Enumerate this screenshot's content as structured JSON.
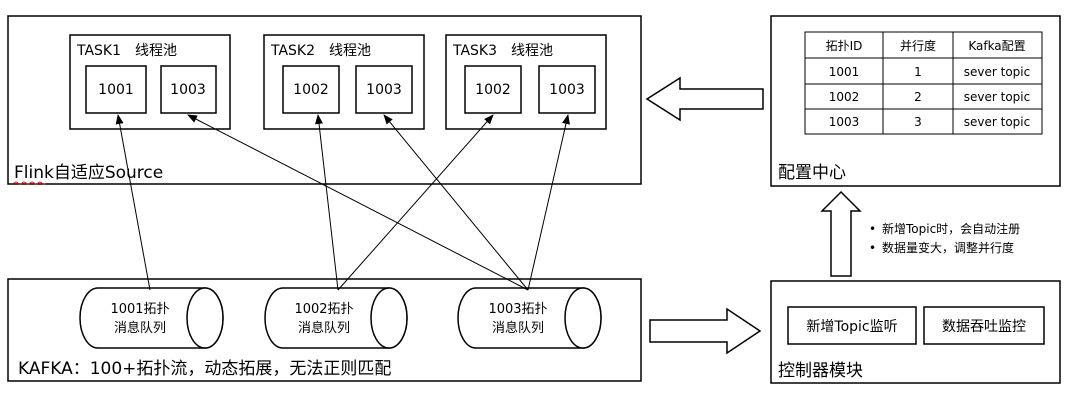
{
  "flink": {
    "label": "Flink自适应Source",
    "tasks": [
      {
        "title": "TASK1　线程池",
        "slots": [
          "1001",
          "1003"
        ]
      },
      {
        "title": "TASK2　线程池",
        "slots": [
          "1002",
          "1003"
        ]
      },
      {
        "title": "TASK3　线程池",
        "slots": [
          "1002",
          "1003"
        ]
      }
    ]
  },
  "config_center": {
    "label": "配置中心",
    "table": {
      "headers": [
        "拓扑ID",
        "并行度",
        "Kafka配置"
      ],
      "rows": [
        [
          "1001",
          "1",
          "sever topic"
        ],
        [
          "1002",
          "2",
          "sever topic"
        ],
        [
          "1003",
          "3",
          "sever topic"
        ]
      ]
    }
  },
  "notes": [
    "新增Topic时，会自动注册",
    "数据量变大，调整并行度"
  ],
  "bullet": "•",
  "kafka": {
    "label": "KAFKA：100+拓扑流，动态拓展，无法正则匹配",
    "queues": [
      {
        "line1": "1001拓扑",
        "line2": "消息队列"
      },
      {
        "line1": "1002拓扑",
        "line2": "消息队列"
      },
      {
        "line1": "1003拓扑",
        "line2": "消息队列"
      }
    ]
  },
  "controller": {
    "label": "控制器模块",
    "buttons": [
      "新增Topic监听",
      "数据吞吐监控"
    ]
  }
}
